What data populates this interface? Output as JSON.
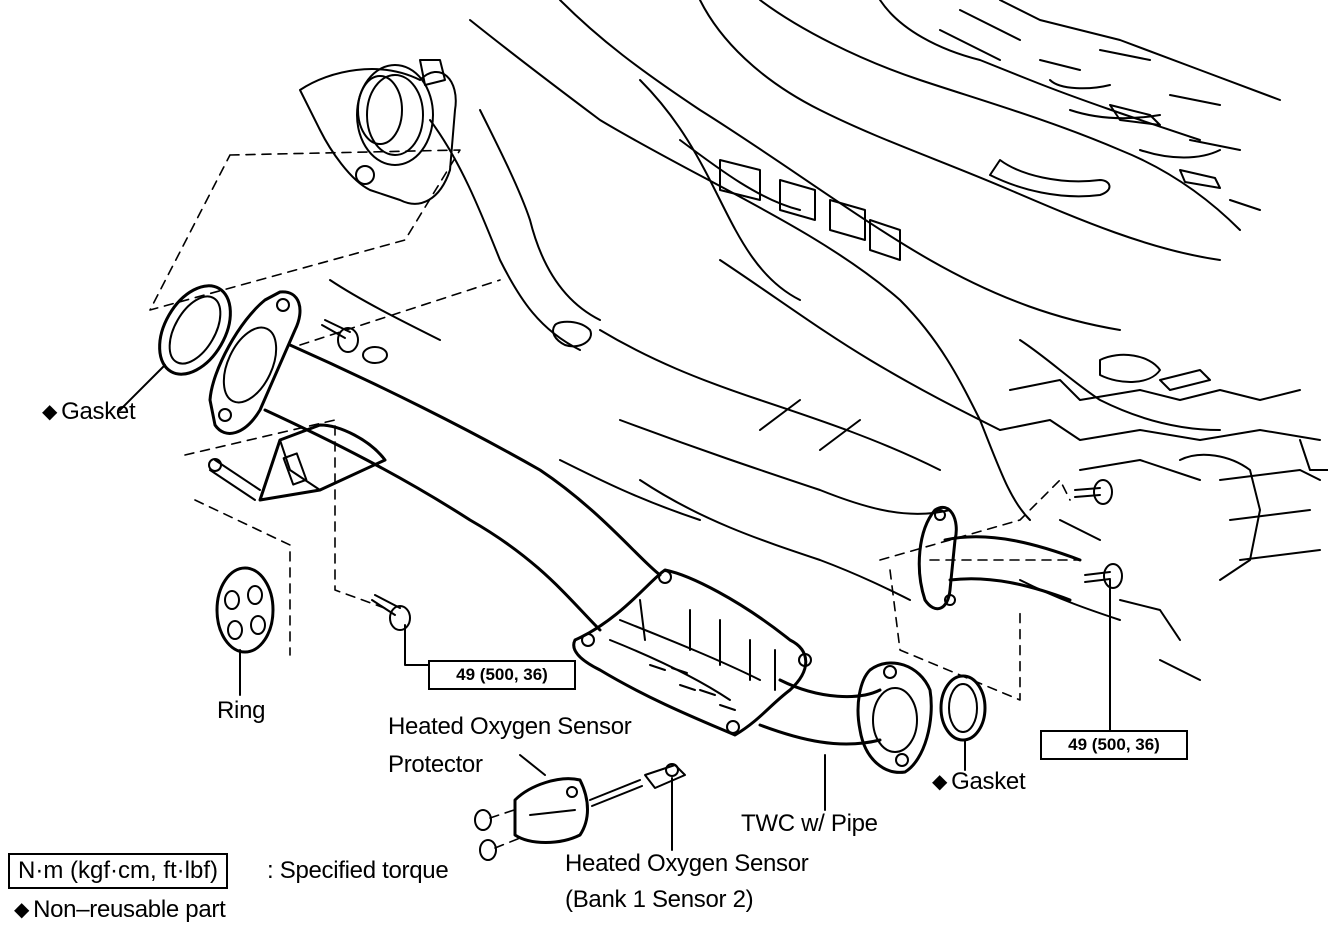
{
  "labels": {
    "gasket_left": "Gasket",
    "gasket_right": "Gasket",
    "ring": "Ring",
    "sensor_protector": "Heated Oxygen Sensor Protector",
    "twc_pipe": "TWC w/ Pipe",
    "sensor": "Heated Oxygen Sensor",
    "sensor_bank": "(Bank 1 Sensor 2)"
  },
  "torque": {
    "left": "49 (500, 36)",
    "right": "49 (500, 36)"
  },
  "legend": {
    "torque_units": "N·m (kgf·cm, ft·lbf)",
    "torque_desc": ": Specified torque",
    "nonreusable": "Non–reusable part",
    "diamond": "◆"
  }
}
